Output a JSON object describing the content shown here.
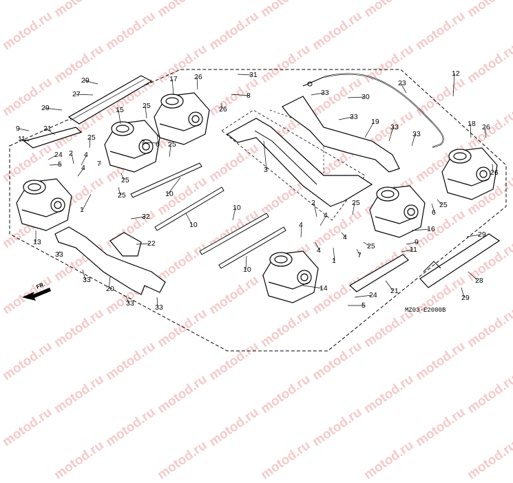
{
  "watermark": "motod.ru",
  "diagram": {
    "reference_code": "MZ03-E2000B",
    "direction_label": "FR.",
    "callouts": [
      {
        "id": "c29a",
        "label": "29"
      },
      {
        "id": "c27",
        "label": "27"
      },
      {
        "id": "c29b",
        "label": "29"
      },
      {
        "id": "c26a",
        "label": "26"
      },
      {
        "id": "c31",
        "label": "31"
      },
      {
        "id": "c17",
        "label": "17"
      },
      {
        "id": "c8",
        "label": "8"
      },
      {
        "id": "c26b",
        "label": "26"
      },
      {
        "id": "c15",
        "label": "15"
      },
      {
        "id": "c25a",
        "label": "25"
      },
      {
        "id": "c7a",
        "label": "7"
      },
      {
        "id": "c9a",
        "label": "9"
      },
      {
        "id": "c21a",
        "label": "21"
      },
      {
        "id": "c11a",
        "label": "11"
      },
      {
        "id": "c25b",
        "label": "25"
      },
      {
        "id": "c6a",
        "label": "6"
      },
      {
        "id": "c25c",
        "label": "25"
      },
      {
        "id": "c2a",
        "label": "2"
      },
      {
        "id": "c4a",
        "label": "4"
      },
      {
        "id": "c24a",
        "label": "24"
      },
      {
        "id": "c5a",
        "label": "5"
      },
      {
        "id": "c4b",
        "label": "4"
      },
      {
        "id": "c7b",
        "label": "7"
      },
      {
        "id": "c25d",
        "label": "25"
      },
      {
        "id": "c1a",
        "label": "1"
      },
      {
        "id": "c10a",
        "label": "10"
      },
      {
        "id": "c25e",
        "label": "25"
      },
      {
        "id": "c10b",
        "label": "10"
      },
      {
        "id": "c32",
        "label": "32"
      },
      {
        "id": "c13",
        "label": "13"
      },
      {
        "id": "c22",
        "label": "22"
      },
      {
        "id": "c33a",
        "label": "33"
      },
      {
        "id": "c33b",
        "label": "33"
      },
      {
        "id": "c20",
        "label": "20"
      },
      {
        "id": "c33c",
        "label": "33"
      },
      {
        "id": "c33d",
        "label": "33"
      },
      {
        "id": "c12",
        "label": "12"
      },
      {
        "id": "c23",
        "label": "23"
      },
      {
        "id": "c33e",
        "label": "33"
      },
      {
        "id": "c30",
        "label": "30"
      },
      {
        "id": "c33f",
        "label": "33"
      },
      {
        "id": "c19",
        "label": "19"
      },
      {
        "id": "c33g",
        "label": "33"
      },
      {
        "id": "c33h",
        "label": "33"
      },
      {
        "id": "c18",
        "label": "18"
      },
      {
        "id": "c26c",
        "label": "26"
      },
      {
        "id": "c26d",
        "label": "26"
      },
      {
        "id": "c3",
        "label": "3"
      },
      {
        "id": "c25f",
        "label": "25"
      },
      {
        "id": "c6b",
        "label": "6"
      },
      {
        "id": "c10c",
        "label": "10"
      },
      {
        "id": "c10d",
        "label": "10"
      },
      {
        "id": "c2b",
        "label": "2"
      },
      {
        "id": "c25g",
        "label": "25"
      },
      {
        "id": "c4c",
        "label": "4"
      },
      {
        "id": "c16",
        "label": "16"
      },
      {
        "id": "c4d",
        "label": "4"
      },
      {
        "id": "c4e",
        "label": "4"
      },
      {
        "id": "c4f",
        "label": "4"
      },
      {
        "id": "c1b",
        "label": "1"
      },
      {
        "id": "c25h",
        "label": "25"
      },
      {
        "id": "c7c",
        "label": "7"
      },
      {
        "id": "c9b",
        "label": "9"
      },
      {
        "id": "c11b",
        "label": "11"
      },
      {
        "id": "c29c",
        "label": "29"
      },
      {
        "id": "c14",
        "label": "14"
      },
      {
        "id": "c21b",
        "label": "21"
      },
      {
        "id": "c24b",
        "label": "24"
      },
      {
        "id": "c5b",
        "label": "5"
      },
      {
        "id": "c28",
        "label": "28"
      },
      {
        "id": "c29d",
        "label": "29"
      }
    ]
  }
}
